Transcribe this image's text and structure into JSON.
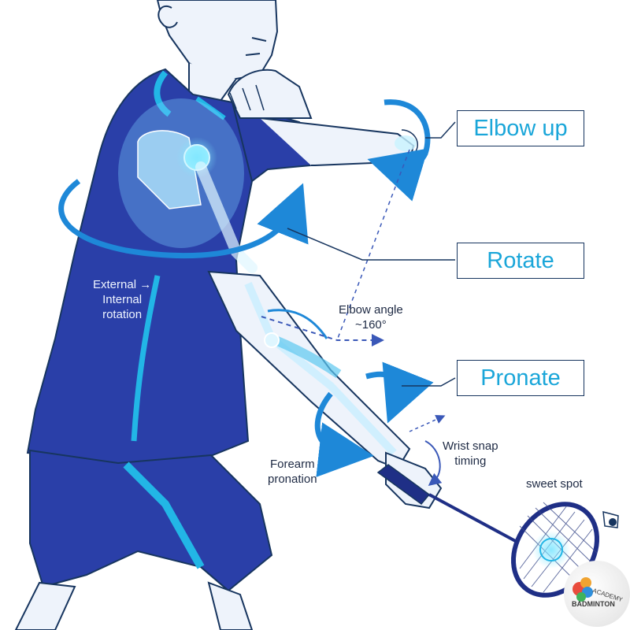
{
  "callouts": {
    "elbow_up": "Elbow up",
    "rotate": "Rotate",
    "pronate": "Pronate"
  },
  "annotations": {
    "external_rotation_line1": "External →",
    "external_rotation_line2": "Internal",
    "external_rotation_line3": "rotation",
    "elbow_angle_line1": "Elbow angle",
    "elbow_angle_line2": "~160°",
    "wrist_snap_line1": "Wrist snap",
    "wrist_snap_line2": "timing",
    "forearm_line1": "Forearm",
    "forearm_line2": "pronation",
    "sweet_spot": "sweet spot"
  },
  "logo": {
    "line1": "ACADEMY",
    "line2": "BADMINTON"
  },
  "colors": {
    "shirt": "#2a3fa8",
    "shirt_dark": "#1f2f86",
    "accent_cyan": "#22b6e6",
    "arrow_blue": "#1e88d8",
    "skin": "#eef3fb",
    "outline": "#17355f",
    "callout_text": "#1aa6d9"
  }
}
